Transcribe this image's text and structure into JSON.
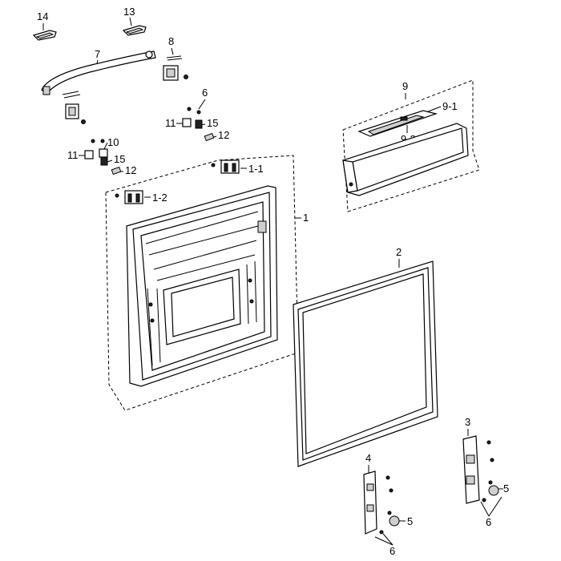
{
  "labels": {
    "p14": "14",
    "p13": "13",
    "p7": "7",
    "p8": "8",
    "p6_top": "6",
    "p11_a": "11",
    "p15_a": "15",
    "p12_a": "12",
    "p10": "10",
    "p11_b": "11",
    "p15_b": "15",
    "p12_b": "12",
    "p1_1": "1-1",
    "p1_2": "1-2",
    "p1": "1",
    "p9": "9",
    "p9_1": "9-1",
    "p9_2": "9-2",
    "p2": "2",
    "p3": "3",
    "p4": "4",
    "p5_a": "5",
    "p5_b": "5",
    "p6_a": "6",
    "p6_b": "6"
  },
  "colors": {
    "line": "#000000",
    "background": "#ffffff",
    "shade": "#cfcfcf"
  }
}
